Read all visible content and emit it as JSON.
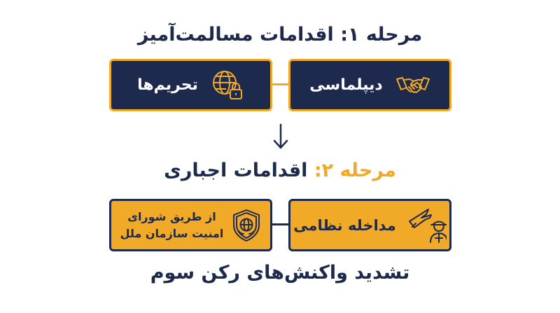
{
  "stage1": {
    "title": "مرحله ۱: اقدامات مسالمت‌آمیز"
  },
  "stage2": {
    "prefix": "مرحله ۲:",
    "title": "اقدامات اجباری"
  },
  "result": "تشدید واکنش‌های رکن سوم",
  "boxes": {
    "diplomacy": {
      "label": "دیپلماسی",
      "icon": "handshake-icon"
    },
    "sanctions": {
      "label": "تحریم‌ها",
      "icon": "globe-lock-icon"
    },
    "military": {
      "label": "مداخله نظامی",
      "icon": "soldier-jet-icon"
    },
    "un_council": {
      "line1": "از طریق شورای",
      "line2": "امنیت سازمان ملل",
      "icon": "un-shield-icon"
    }
  },
  "colors": {
    "navy": "#1d2a4d",
    "gold": "#f1a928",
    "background": "#ffffff"
  }
}
